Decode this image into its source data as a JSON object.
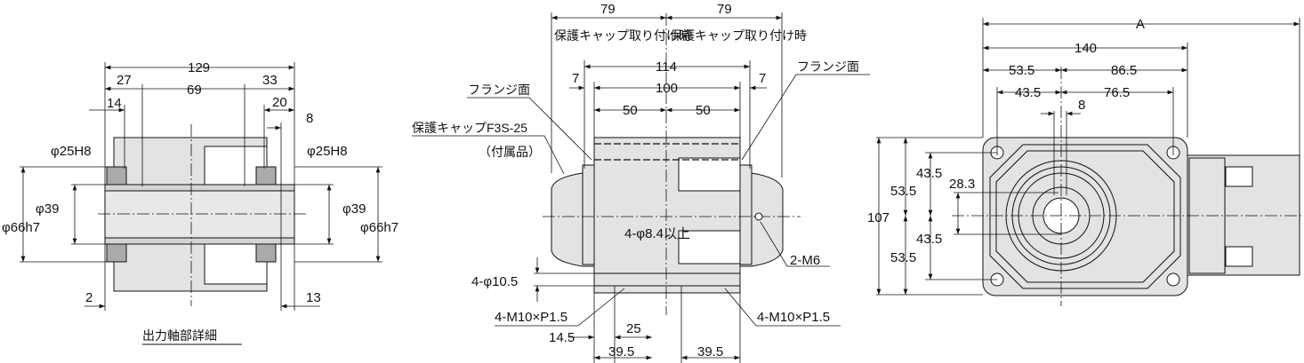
{
  "left_view": {
    "caption": "出力軸部詳細",
    "dims": {
      "overall": "129",
      "d27": "27",
      "d69": "69",
      "d33": "33",
      "d14": "14",
      "d20": "20",
      "d8": "8",
      "bore_left": "φ25H8",
      "bore_right": "φ25H8",
      "dia39_left": "φ39",
      "dia39_right": "φ39",
      "dia66_left": "φ66h7",
      "dia66_right": "φ66h7",
      "d2": "2",
      "d13": "13"
    }
  },
  "middle_view": {
    "dim79_left": "79",
    "dim79_right": "79",
    "cap_note_left": "保護キャップ取り付け時",
    "cap_note_right": "保護キャップ取り付け時",
    "dim114": "114",
    "dim100": "100",
    "dim7_left": "7",
    "dim7_right": "7",
    "dim50_left": "50",
    "dim50_right": "50",
    "flange_face_left": "フランジ面",
    "flange_face_right": "フランジ面",
    "cap_part": "保護キャップF3S-25",
    "accessory": "（付属品）",
    "hole_note": "4-φ8.4以上",
    "m6_note": "2-M6",
    "hole105": "4-φ10.5",
    "thread_left": "4-M10×P1.5",
    "thread_right": "4-M10×P1.5",
    "dim14_5": "14.5",
    "dim25": "25",
    "dim39_5_left": "39.5",
    "dim39_5_right": "39.5"
  },
  "right_view": {
    "dimA": "A",
    "dim140": "140",
    "dim53_5_h": "53.5",
    "dim86_5": "86.5",
    "dim43_5_h": "43.5",
    "dim76_5": "76.5",
    "dim8": "8",
    "dim28_3": "28.3",
    "dim43_5_top": "43.5",
    "dim43_5_bottom": "43.5",
    "dim53_5_top": "53.5",
    "dim53_5_bottom": "53.5",
    "dim107": "107"
  },
  "colors": {
    "body_fill": "#e3e3e3",
    "line": "#111111"
  }
}
